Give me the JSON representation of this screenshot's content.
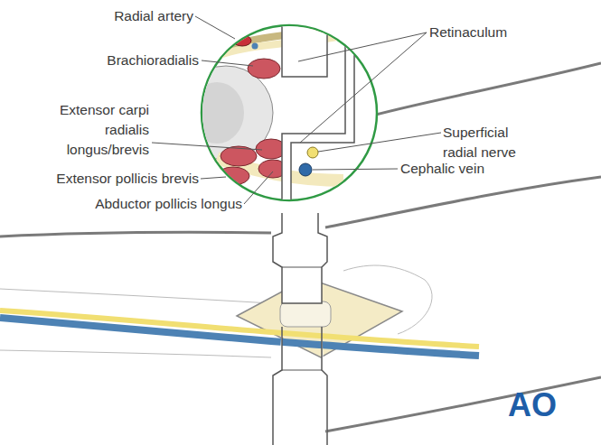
{
  "diagram": {
    "labels": [
      "Radial artery",
      "Brachioradialis",
      "Extensor carpi radialis longus/brevis",
      "Extensor pollicis brevis",
      "Abductor pollicis longus",
      "Retinaculum",
      "Superficial radial nerve",
      "Cephalic vein",
      "AO"
    ]
  }
}
